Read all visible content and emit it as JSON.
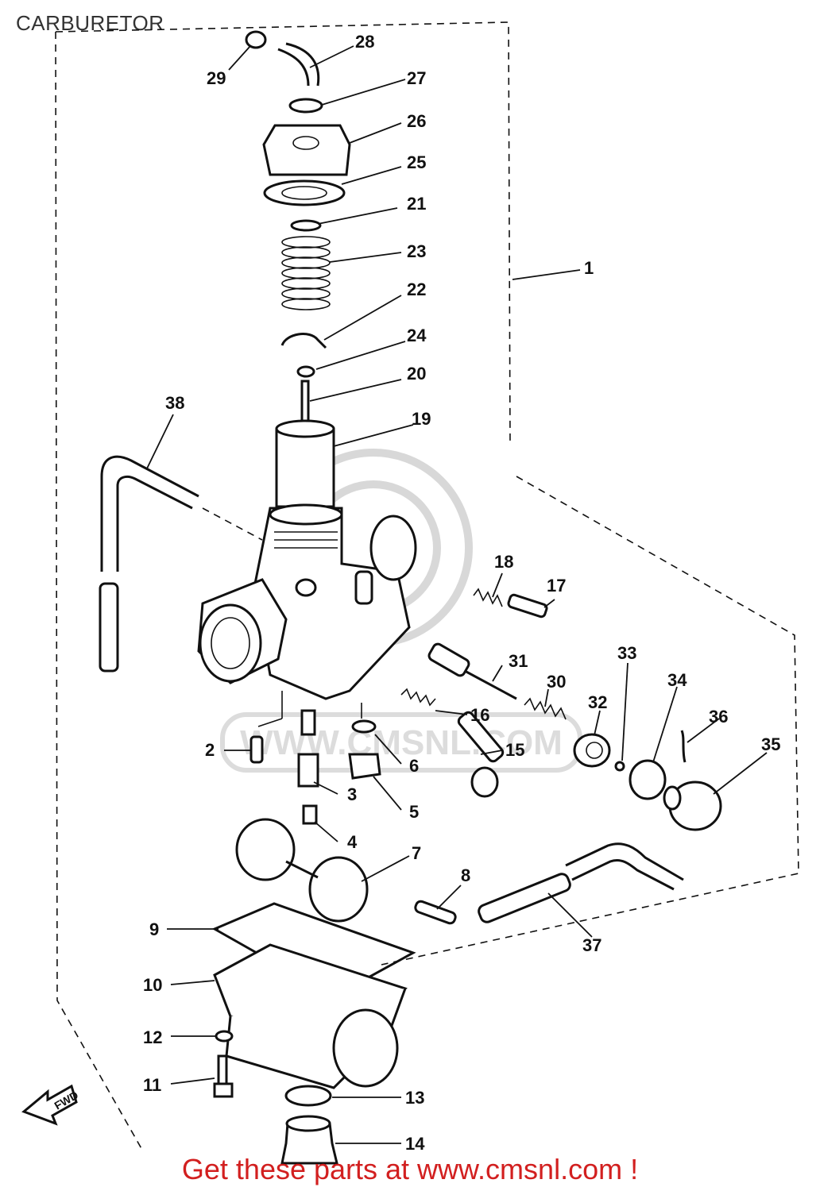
{
  "title": "CARBURETOR",
  "footer": "Get these parts at www.cmsnl.com !",
  "watermark": "WWW.CMSNL.COM",
  "fwd_label": "FWD",
  "callouts": [
    {
      "id": "1",
      "label": "1"
    },
    {
      "id": "2",
      "label": "2"
    },
    {
      "id": "3",
      "label": "3"
    },
    {
      "id": "4",
      "label": "4"
    },
    {
      "id": "5",
      "label": "5"
    },
    {
      "id": "6",
      "label": "6"
    },
    {
      "id": "7",
      "label": "7"
    },
    {
      "id": "8",
      "label": "8"
    },
    {
      "id": "9",
      "label": "9"
    },
    {
      "id": "10",
      "label": "10"
    },
    {
      "id": "11",
      "label": "11"
    },
    {
      "id": "12",
      "label": "12"
    },
    {
      "id": "13",
      "label": "13"
    },
    {
      "id": "14",
      "label": "14"
    },
    {
      "id": "15",
      "label": "15"
    },
    {
      "id": "16",
      "label": "16"
    },
    {
      "id": "17",
      "label": "17"
    },
    {
      "id": "18",
      "label": "18"
    },
    {
      "id": "19",
      "label": "19"
    },
    {
      "id": "20",
      "label": "20"
    },
    {
      "id": "21",
      "label": "21"
    },
    {
      "id": "22",
      "label": "22"
    },
    {
      "id": "23",
      "label": "23"
    },
    {
      "id": "24",
      "label": "24"
    },
    {
      "id": "25",
      "label": "25"
    },
    {
      "id": "26",
      "label": "26"
    },
    {
      "id": "27",
      "label": "27"
    },
    {
      "id": "28",
      "label": "28"
    },
    {
      "id": "29",
      "label": "29"
    },
    {
      "id": "30",
      "label": "30"
    },
    {
      "id": "31",
      "label": "31"
    },
    {
      "id": "32",
      "label": "32"
    },
    {
      "id": "33",
      "label": "33"
    },
    {
      "id": "34",
      "label": "34"
    },
    {
      "id": "35",
      "label": "35"
    },
    {
      "id": "36",
      "label": "36"
    },
    {
      "id": "37",
      "label": "37"
    },
    {
      "id": "38",
      "label": "38"
    }
  ]
}
